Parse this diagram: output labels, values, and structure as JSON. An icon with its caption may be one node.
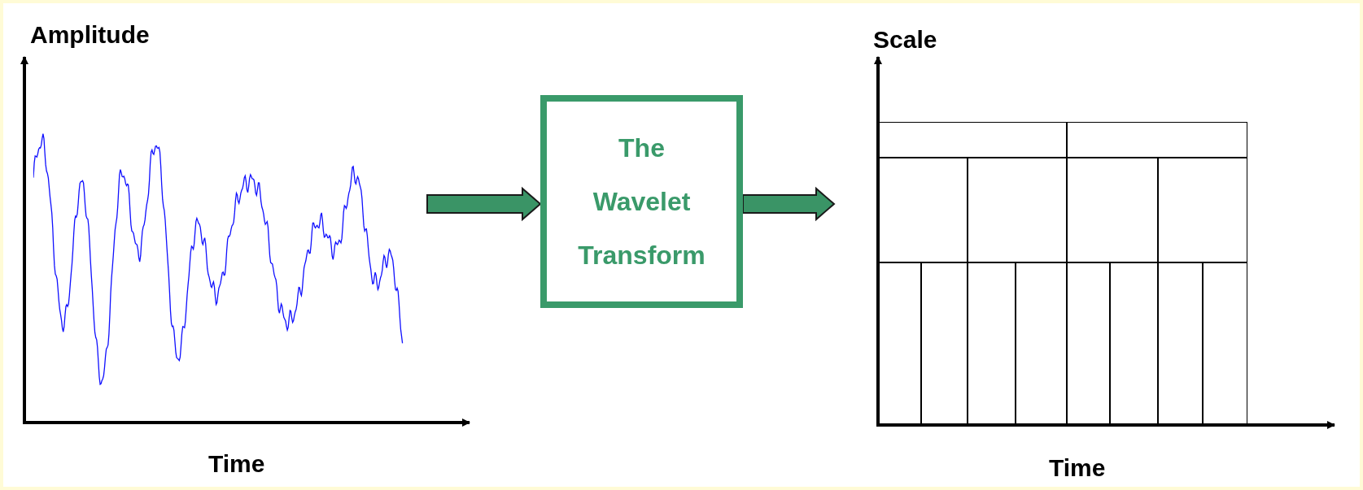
{
  "diagram": {
    "nodes": [
      {
        "text": [],
        "shape": "picture"
      },
      {
        "text": [
          "The Wavelet Transform"
        ]
      },
      {
        "text": [],
        "shape": "picture"
      }
    ],
    "edges": [
      {
        "from": 0,
        "to": 1,
        "arrow": "to",
        "style": "thick"
      },
      {
        "from": 1,
        "to": 2,
        "arrow": "to",
        "style": "thick"
      }
    ],
    "labels": [
      "Amplitude",
      "Time",
      "Scale",
      "Time"
    ]
  }
}
